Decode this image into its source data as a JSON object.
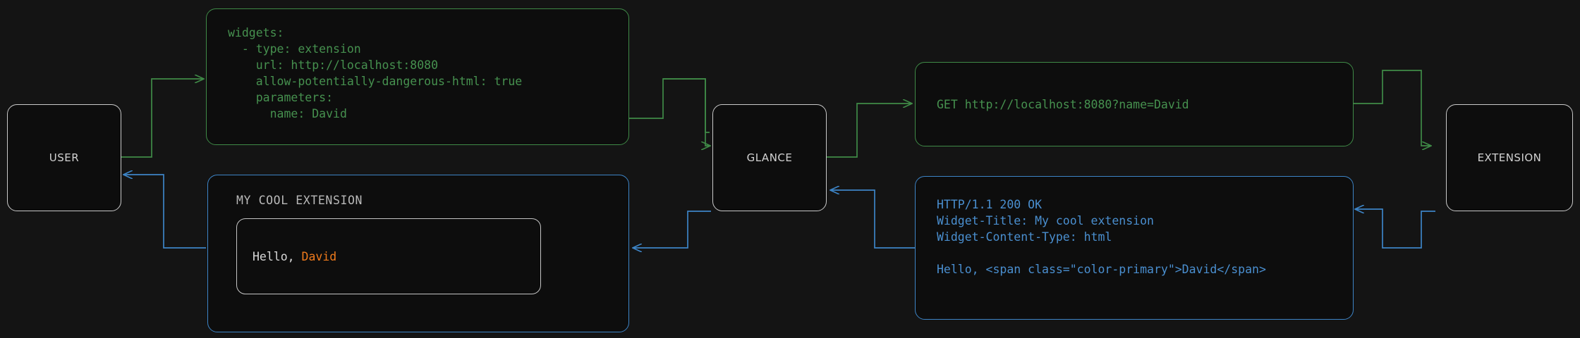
{
  "diagram": {
    "type": "sequence-flow",
    "background_color": "#141414",
    "colors": {
      "node_border": "#c9c9c9",
      "node_label": "#d2d2d2",
      "request_green": "#46914f",
      "response_blue": "#4a8fd0",
      "accent_orange": "#ef7a1c",
      "widget_text": "#d8d8d8"
    }
  },
  "nodes": {
    "user": {
      "label": "USER"
    },
    "glance": {
      "label": "GLANCE"
    },
    "extension": {
      "label": "EXTENSION"
    }
  },
  "boxes": {
    "config": {
      "color": "green",
      "code": "widgets:\n  - type: extension\n    url: http://localhost:8080\n    allow-potentially-dangerous-html: true\n    parameters:\n      name: David"
    },
    "request": {
      "color": "green",
      "code": "GET http://localhost:8080?name=David"
    },
    "response": {
      "color": "blue",
      "code": "HTTP/1.1 200 OK\nWidget-Title: My cool extension\nWidget-Content-Type: html\n\nHello, <span class=\"color-primary\">David</span>"
    },
    "widget": {
      "color": "blue",
      "title": "MY COOL EXTENSION",
      "body_prefix": "Hello, ",
      "body_accent": "David"
    }
  },
  "edges": [
    {
      "name": "user-to-config",
      "color": "green",
      "direction": "right"
    },
    {
      "name": "config-to-glance",
      "color": "green",
      "direction": "right"
    },
    {
      "name": "glance-to-request",
      "color": "green",
      "direction": "right"
    },
    {
      "name": "request-to-extension",
      "color": "green",
      "direction": "right"
    },
    {
      "name": "extension-to-response",
      "color": "blue",
      "direction": "left"
    },
    {
      "name": "response-to-glance",
      "color": "blue",
      "direction": "left"
    },
    {
      "name": "glance-to-widget",
      "color": "blue",
      "direction": "left"
    },
    {
      "name": "widget-to-user",
      "color": "blue",
      "direction": "left"
    }
  ]
}
